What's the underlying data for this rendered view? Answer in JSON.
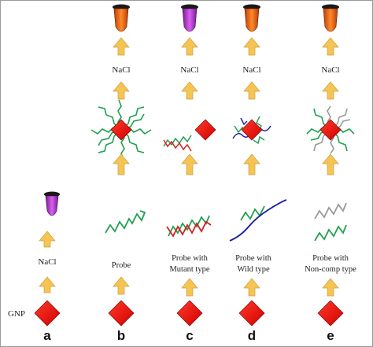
{
  "colors": {
    "gnp": "#e80000",
    "arrow": "#f6c453",
    "probe": "#20a050",
    "mutant": "#d42020",
    "wildtype": "#1a1aa0",
    "noncomp": "#9a9a9a",
    "tube_red": "#e86a1a",
    "tube_purple": "#b03cc8"
  },
  "row_label": "GNP",
  "salt_label": "NaCl",
  "columns": [
    {
      "letter": "a",
      "caption_lines": [],
      "tube": "purple"
    },
    {
      "letter": "b",
      "caption_lines": [
        "Probe"
      ],
      "tube": "red",
      "complex": "probe-only"
    },
    {
      "letter": "c",
      "caption_lines": [
        "Probe with",
        "Mutant type"
      ],
      "tube": "purple",
      "complex": "mutant-hybrid"
    },
    {
      "letter": "d",
      "caption_lines": [
        "Probe with",
        "Wild type"
      ],
      "tube": "red",
      "complex": "wildtype-hybrid"
    },
    {
      "letter": "e",
      "caption_lines": [
        "Probe with",
        "Non-comp type"
      ],
      "tube": "red",
      "complex": "noncomp-mix"
    }
  ]
}
